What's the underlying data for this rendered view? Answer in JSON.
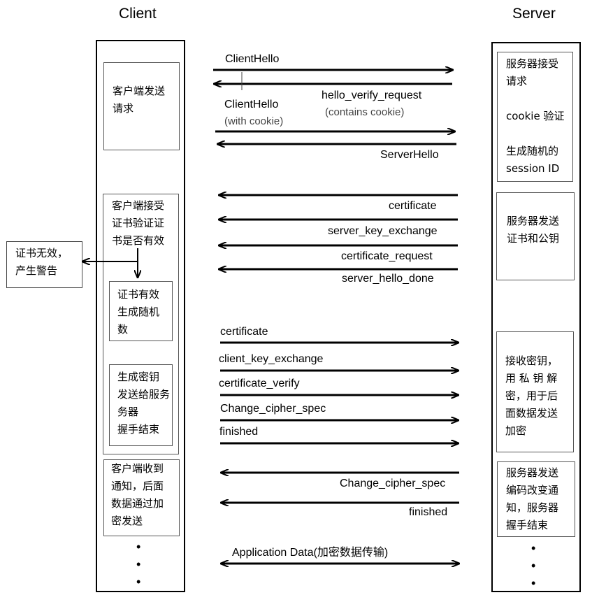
{
  "headers": {
    "client": "Client",
    "server": "Server"
  },
  "client_boxes": {
    "send_request": [
      "客户端发送",
      "请求"
    ],
    "verify_cert": [
      "客户端接受",
      "证书验证证",
      "书是否有效"
    ],
    "cert_invalid": [
      "证书无效，",
      "产生警告"
    ],
    "cert_valid": [
      "证书有效",
      "生成随机",
      "数"
    ],
    "gen_key": [
      "生成密钥",
      "发送给服务",
      "务器",
      "握手结束"
    ],
    "receive_notice": [
      "客户端收到",
      "通知，后面",
      "数据通过加",
      "密发送"
    ]
  },
  "server_boxes": {
    "accept": [
      "服务器接受",
      "请求",
      "",
      "cookie 验证",
      "",
      "生成随机的",
      "session ID"
    ],
    "send_cert": [
      "服务器发送",
      "证书和公钥"
    ],
    "recv_key": [
      "接收密钥，",
      "用 私 钥 解",
      "密，用于后",
      "面数据发送",
      "加密"
    ],
    "change_notice": [
      "服务器发送",
      "编码改变通",
      "知，服务器",
      "握手结束"
    ]
  },
  "messages": {
    "client_hello": "ClientHello",
    "hello_verify_request": "hello_verify_request",
    "contains_cookie": "(contains cookie)",
    "client_hello_2": "ClientHello",
    "with_cookie": "(with cookie)",
    "server_hello": "ServerHello",
    "certificate_s": "certificate",
    "server_key_exchange": "server_key_exchange",
    "certificate_request": "certificate_request",
    "server_hello_done": "server_hello_done",
    "certificate_c": "certificate",
    "client_key_exchange": "client_key_exchange",
    "certificate_verify": "certificate_verify",
    "change_cipher_spec_c": "Change_cipher_spec",
    "finished_c": "finished",
    "change_cipher_spec_s": "Change_cipher_spec",
    "finished_s": "finished",
    "application_data": "Application Data(加密数据传输)"
  },
  "ellipsis": "•"
}
